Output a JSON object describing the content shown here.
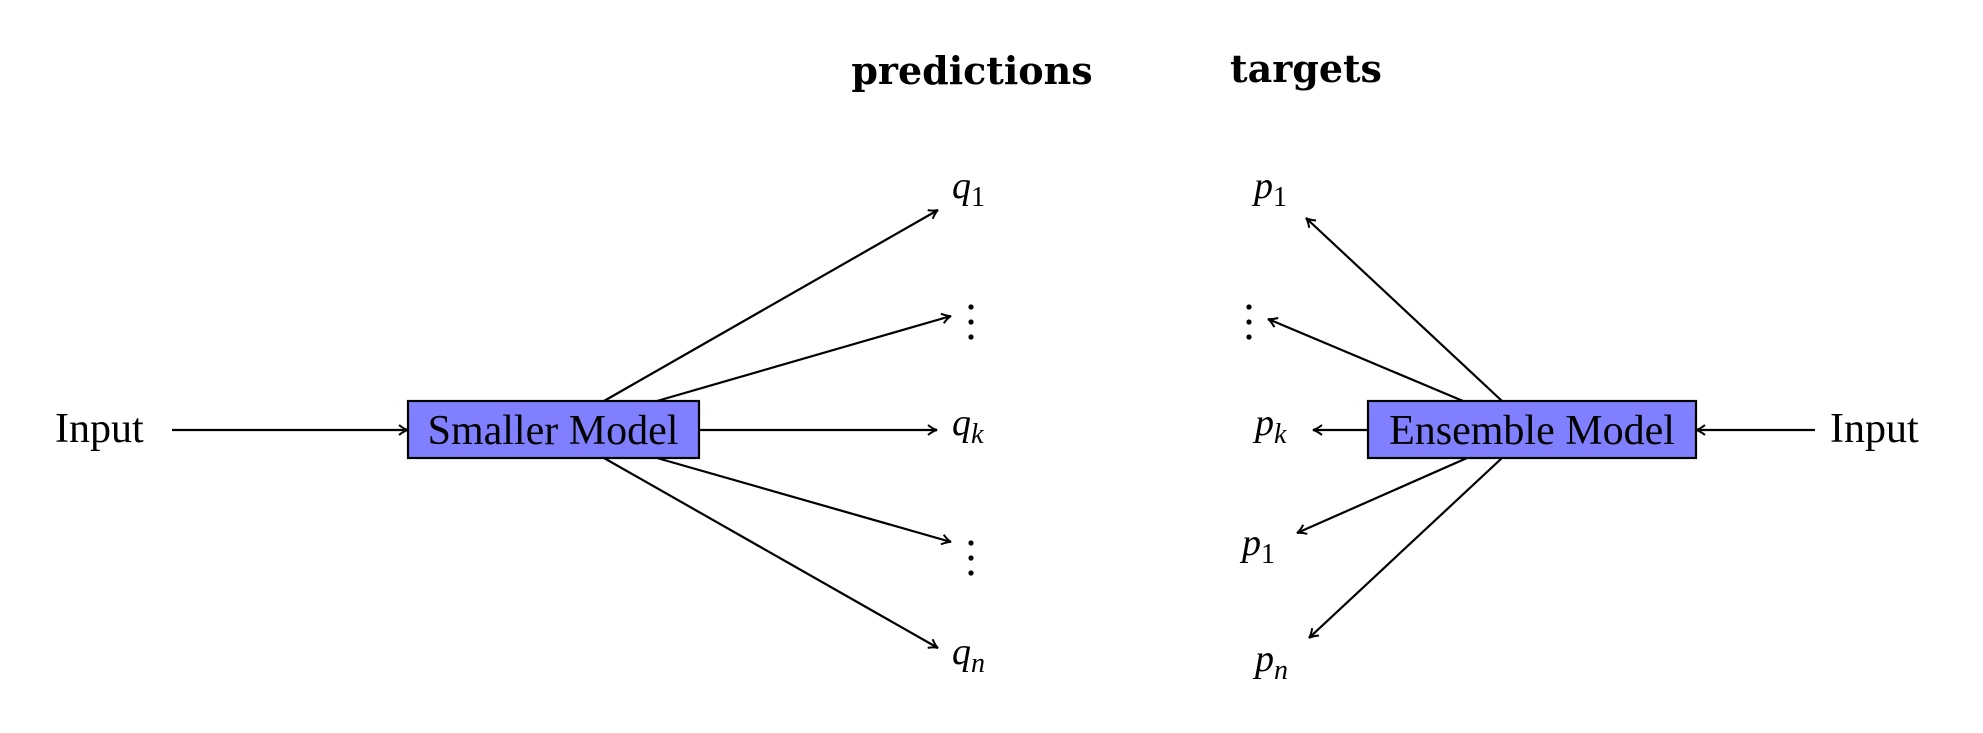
{
  "headers": {
    "predictions": "predictions",
    "targets": "targets"
  },
  "left": {
    "input_label": "Input",
    "model_label": "Smaller Model",
    "outputs": [
      {
        "var": "q",
        "sub": "1"
      },
      {
        "var": "q",
        "sub": "k"
      },
      {
        "var": "q",
        "sub": "n"
      }
    ]
  },
  "right": {
    "input_label": "Input",
    "model_label": "Ensemble Model",
    "outputs": [
      {
        "var": "p",
        "sub": "1"
      },
      {
        "var": "p",
        "sub": "k"
      },
      {
        "var": "p",
        "sub": "1"
      },
      {
        "var": "p",
        "sub": "n"
      }
    ]
  },
  "colors": {
    "box_fill": "#8080ff",
    "stroke": "#000000"
  }
}
